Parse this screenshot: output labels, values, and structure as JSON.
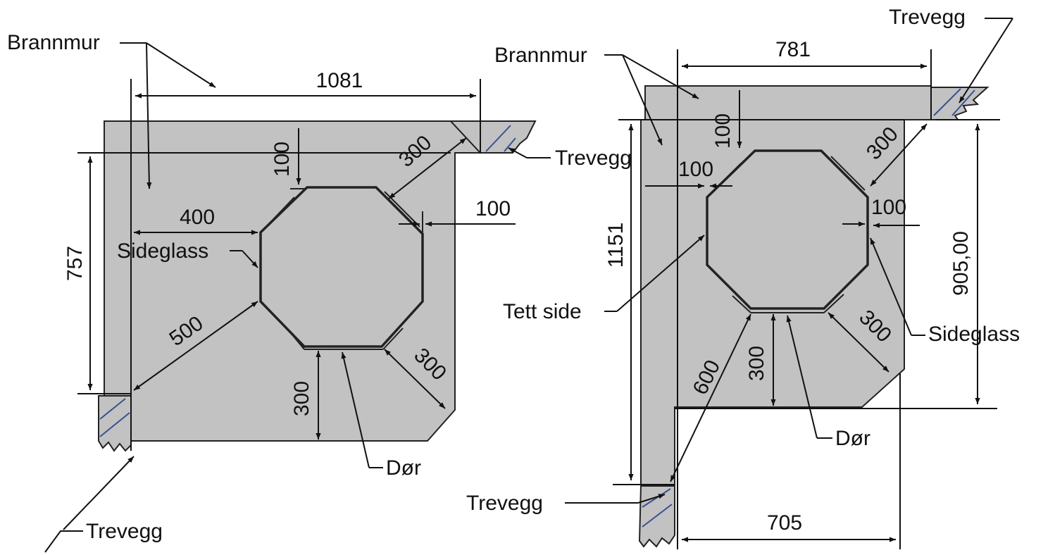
{
  "colors": {
    "floor": "#c2c2c2",
    "outline": "#222222",
    "wood_hatch": "#3a4f8f",
    "dimension": "#111111"
  },
  "left_plan": {
    "labels": {
      "brannmur": "Brannmur",
      "sideglass": "Sideglass",
      "trevegg_bottom": "Trevegg",
      "trevegg_right": "Trevegg",
      "dor": "Dør"
    },
    "dimensions": {
      "top_width": "1081",
      "side_height": "757",
      "offset_top": "100",
      "diag_top_right": "300",
      "offset_right": "100",
      "offset_left": "400",
      "diag_bottom_left": "500",
      "diag_bottom_right": "300",
      "offset_bottom": "300"
    }
  },
  "right_plan": {
    "labels": {
      "brannmur": "Brannmur",
      "trevegg_top": "Trevegg",
      "tett_side": "Tett side",
      "sideglass": "Sideglass",
      "dor": "Dør",
      "trevegg_bottom": "Trevegg"
    },
    "dimensions": {
      "top_width": "781",
      "side_height": "1151",
      "right_height": "905,00",
      "offset_top": "100",
      "offset_left": "100",
      "diag_top_right": "300",
      "offset_right": "100",
      "diag_bottom_left": "600",
      "offset_bottom": "300",
      "diag_bottom_right": "300",
      "bottom_width": "705"
    }
  }
}
